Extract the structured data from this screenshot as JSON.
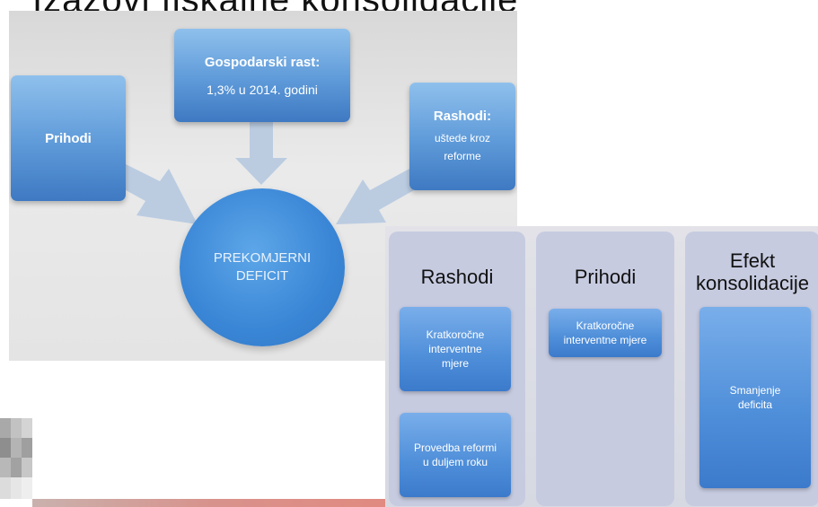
{
  "header": {
    "title": "Izazovi fiskalne konsolidacije"
  },
  "diagram1": {
    "left_box": "Prihodi",
    "top_box": {
      "title": "Gospodarski rast:",
      "text": "1,3% u 2014. godini"
    },
    "right_box": {
      "title": "Rashodi:",
      "line1": "uštede kroz",
      "line2": "reforme"
    },
    "center": {
      "line1": "PREKOMJERNI",
      "line2": "DEFICIT"
    },
    "colors": {
      "box": "#5e9ad9",
      "circle": "#3a86d6",
      "arrow": "#b6c9e0"
    }
  },
  "diagram2": {
    "columns": [
      {
        "heading": "Rashodi",
        "boxes": [
          {
            "line1": "Kratkoročne",
            "line2": "interventne",
            "line3": "mjere"
          },
          {
            "line1": "Provedba reformi",
            "line2": "u duljem roku"
          }
        ]
      },
      {
        "heading": "Prihodi",
        "boxes": [
          {
            "line1": "Kratkoročne",
            "line2": "interventne mjere"
          }
        ]
      },
      {
        "heading_line1": "Efekt",
        "heading_line2": "konsolidacije",
        "boxes": [
          {
            "line1": "Smanjenje",
            "line2": "deficita"
          }
        ]
      }
    ]
  }
}
